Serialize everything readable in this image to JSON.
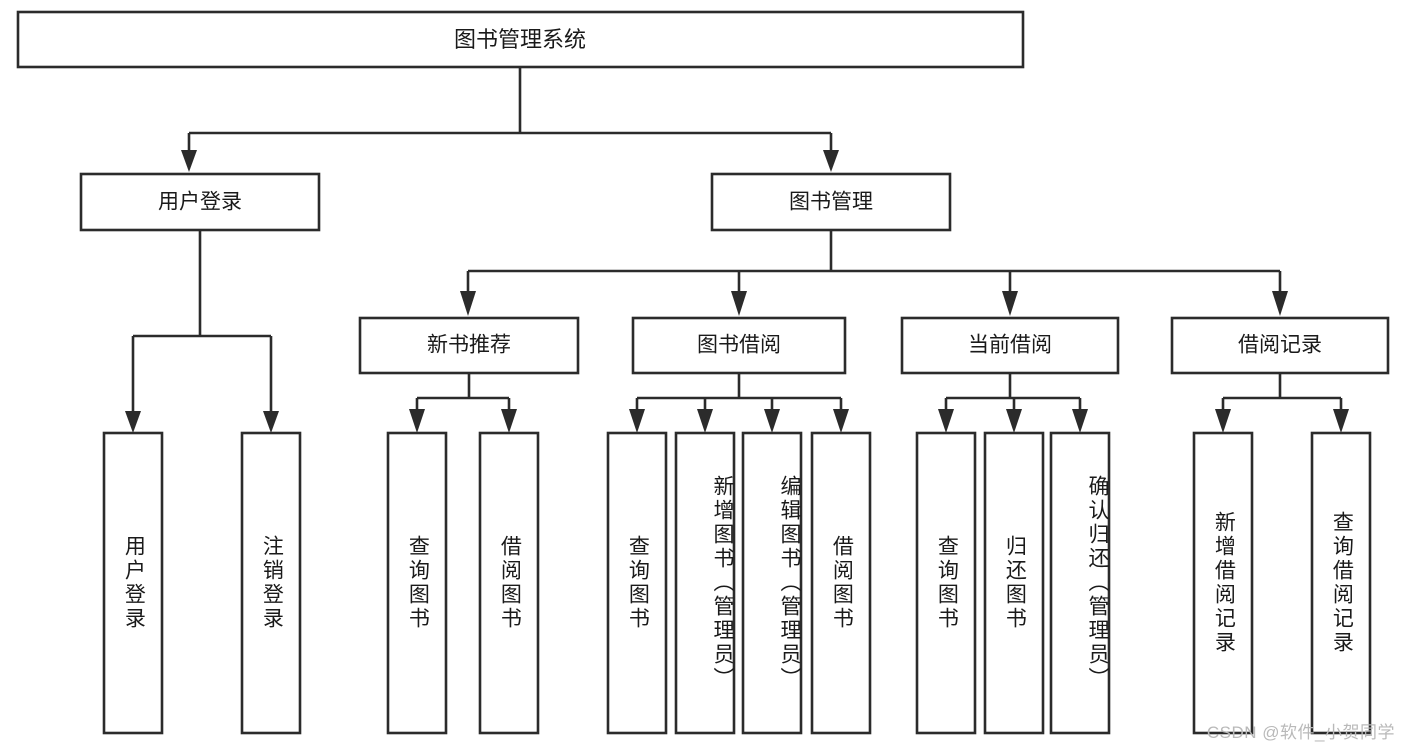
{
  "diagram": {
    "type": "tree",
    "title": "图书管理系统",
    "watermark": "CSDN @软件_小贺同学",
    "colors": {
      "stroke": "#2b2b2b",
      "fill": "#ffffff",
      "text": "#1a1a1a",
      "watermark": "#b9b9b9",
      "background": "#ffffff"
    },
    "root": {
      "label": "图书管理系统"
    },
    "level2": [
      {
        "label": "用户登录"
      },
      {
        "label": "图书管理"
      }
    ],
    "level3": [
      {
        "label": "新书推荐"
      },
      {
        "label": "图书借阅"
      },
      {
        "label": "当前借阅"
      },
      {
        "label": "借阅记录"
      }
    ],
    "leaves": {
      "user_login": [
        {
          "label": "用户登录"
        },
        {
          "label": "注销登录"
        }
      ],
      "new_book": [
        {
          "label": "查询图书"
        },
        {
          "label": "借阅图书"
        }
      ],
      "book_borrow": [
        {
          "label": "查询图书"
        },
        {
          "label": "新增图书（管理员）"
        },
        {
          "label": "编辑图书（管理员）"
        },
        {
          "label": "借阅图书"
        }
      ],
      "current_borrow": [
        {
          "label": "查询图书"
        },
        {
          "label": "归还图书"
        },
        {
          "label": "确认归还（管理员）"
        }
      ],
      "borrow_record": [
        {
          "label": "新增借阅记录"
        },
        {
          "label": "查询借阅记录"
        }
      ]
    }
  }
}
